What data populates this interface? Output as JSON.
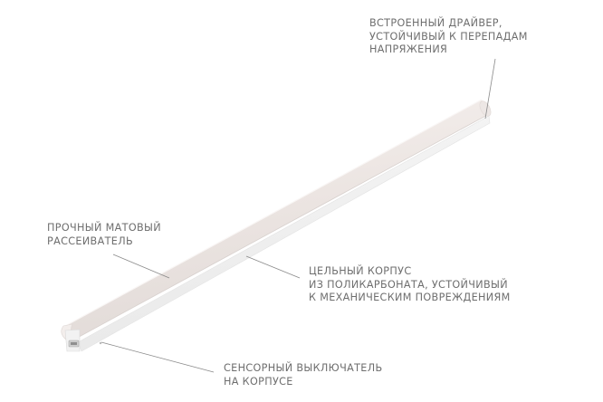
{
  "product": "LED linear luminaire",
  "callouts": [
    {
      "id": "driver",
      "lines": [
        "ВСТРОЕННЫЙ ДРАЙВЕР,",
        "УСТОЙЧИВЫЙ К ПЕРЕПАДАМ",
        "НАПРЯЖЕНИЯ"
      ]
    },
    {
      "id": "diffuser",
      "lines": [
        "ПРОЧНЫЙ МАТОВЫЙ",
        "РАССЕИВАТЕЛЬ"
      ]
    },
    {
      "id": "housing",
      "lines": [
        "ЦЕЛЬНЫЙ КОРПУС",
        "ИЗ ПОЛИКАРБОНАТА, УСТОЙЧИВЫЙ",
        "К МЕХАНИЧЕСКИМ ПОВРЕЖДЕНИЯМ"
      ]
    },
    {
      "id": "switch",
      "lines": [
        "СЕНСОРНЫЙ ВЫКЛЮЧАТЕЛЬ",
        "НА КОРПУСЕ"
      ]
    }
  ],
  "colors": {
    "text": "#6e6e6e",
    "leader_line": "#8a8a8a",
    "tube_top": "#f1ebe9",
    "tube_body": "#e7e1df",
    "tube_base": "#f4f4f4"
  }
}
